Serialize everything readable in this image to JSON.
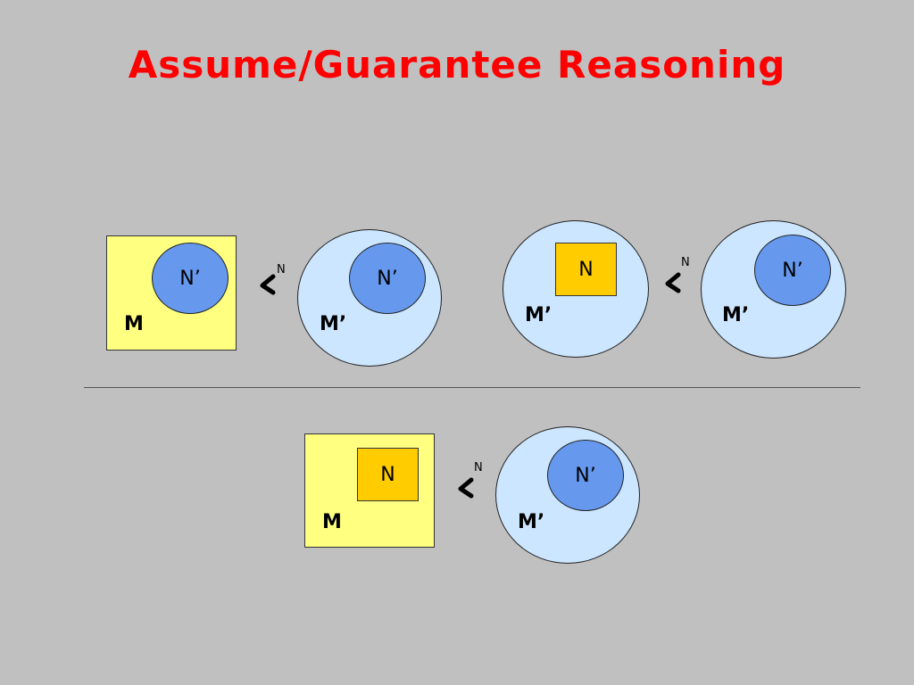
{
  "title": "Assume/Guarantee Reasoning",
  "labels": {
    "m": "M",
    "m_prime": "M’",
    "n": "N",
    "n_prime": "N’",
    "rel_sub": "N"
  },
  "colors": {
    "title": "#ff0000",
    "background": "#c0c0c0",
    "yellow_box": "#ffff80",
    "light_blue_circle": "#cce6ff",
    "blue_circle": "#6699ee",
    "orange_box": "#ffcc00"
  }
}
